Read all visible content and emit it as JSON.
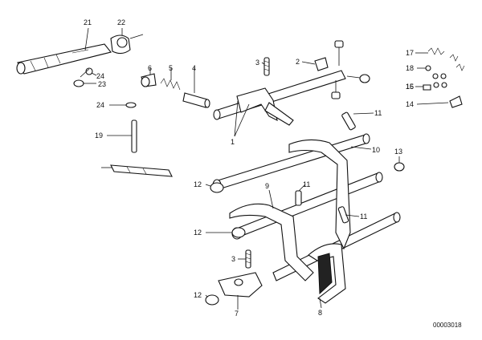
{
  "diagram": {
    "reference_number": "00003018",
    "callouts": [
      {
        "id": "c21",
        "label": "21"
      },
      {
        "id": "c22",
        "label": "22"
      },
      {
        "id": "c24a",
        "label": "24"
      },
      {
        "id": "c23",
        "label": "23"
      },
      {
        "id": "c6",
        "label": "6"
      },
      {
        "id": "c5",
        "label": "5"
      },
      {
        "id": "c4",
        "label": "4"
      },
      {
        "id": "c3a",
        "label": "3"
      },
      {
        "id": "c2",
        "label": "2"
      },
      {
        "id": "c1",
        "label": "1"
      },
      {
        "id": "c17",
        "label": "17"
      },
      {
        "id": "c18",
        "label": "18"
      },
      {
        "id": "c16",
        "label": "16"
      },
      {
        "id": "c15",
        "label": "15"
      },
      {
        "id": "c14",
        "label": "14"
      },
      {
        "id": "c24b",
        "label": "24"
      },
      {
        "id": "c19",
        "label": "19"
      },
      {
        "id": "c11a",
        "label": "11"
      },
      {
        "id": "c10",
        "label": "10"
      },
      {
        "id": "c13",
        "label": "13"
      },
      {
        "id": "c12a",
        "label": "12"
      },
      {
        "id": "c9",
        "label": "9"
      },
      {
        "id": "c11b",
        "label": "11"
      },
      {
        "id": "c11c",
        "label": "11"
      },
      {
        "id": "c12b",
        "label": "12"
      },
      {
        "id": "c3b",
        "label": "3"
      },
      {
        "id": "c12c",
        "label": "12"
      },
      {
        "id": "c7",
        "label": "7"
      },
      {
        "id": "c8",
        "label": "8"
      }
    ]
  }
}
